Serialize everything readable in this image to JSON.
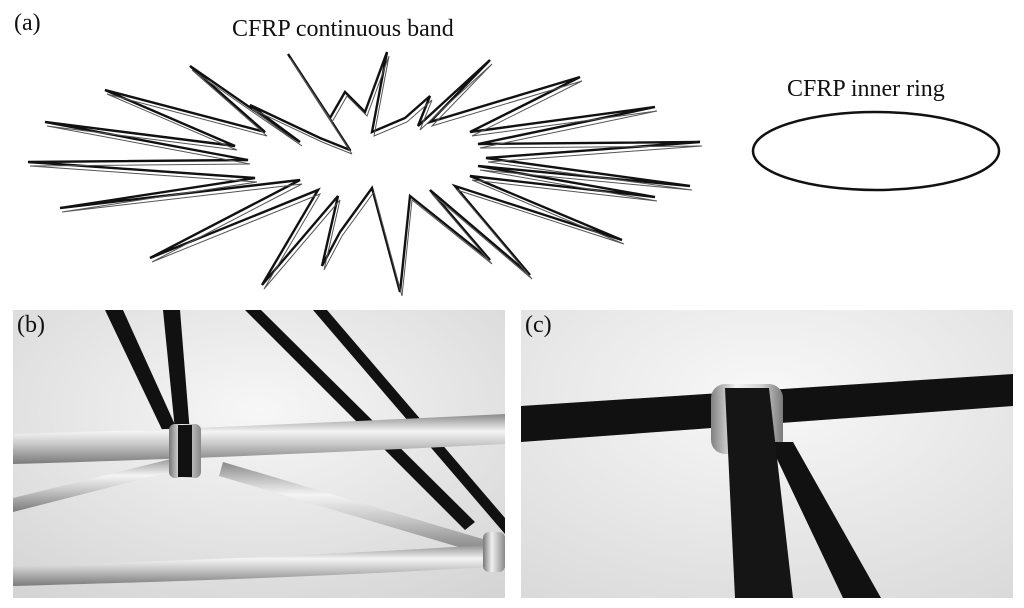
{
  "panel_a": {
    "label": "(a)",
    "band_label": "CFRP continuous band",
    "ring_label": "CFRP inner ring"
  },
  "panel_b": {
    "label": "(b)"
  },
  "panel_c": {
    "label": "(c)"
  }
}
